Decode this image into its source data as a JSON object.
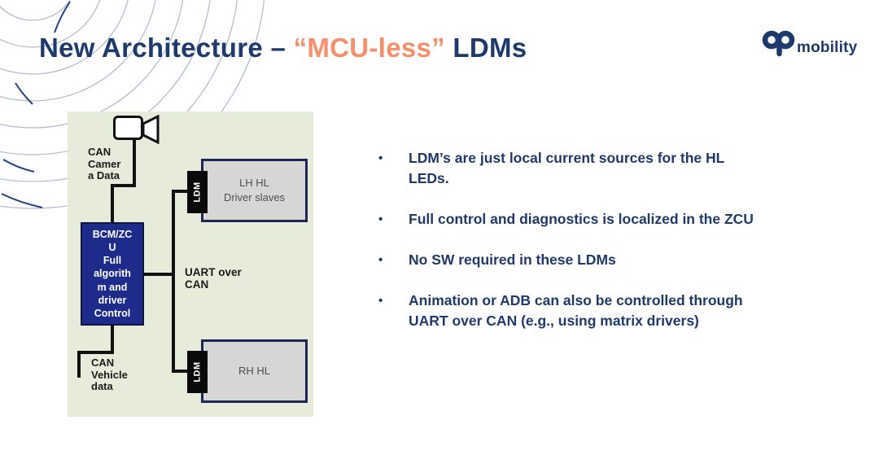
{
  "slide": {
    "title": {
      "prefix": "New Architecture – ",
      "highlight": "“MCU-less”",
      "suffix": " LDMs"
    },
    "logo": {
      "name": "mobility"
    },
    "bullet_char": "•",
    "bullets": [
      "LDM’s are just local current sources for the HL LEDs.",
      "Full control and diagnostics is localized in the ZCU",
      "No SW required in these LDMs",
      "Animation or ADB can also be controlled through UART over CAN (e.g., using matrix drivers)"
    ],
    "diagram": {
      "camera_can_label": "CAN\nCamer\na Data",
      "bcm_label": "BCM/ZC\nU\nFull\nalgorith\nm and\ndriver\nControl",
      "uart_label": "UART over\nCAN",
      "vehicle_can_label": "CAN\nVehicle\ndata",
      "ldm_left_label": "LDM",
      "ldm_right_label": "LDM",
      "lh_box_label": "LH HL\nDriver slaves",
      "rh_box_label": "RH HL"
    },
    "colors": {
      "title_navy": "#1E3A6C",
      "accent_orange": "#F4906B",
      "bcm_blue": "#1E2B8A",
      "panel_bg": "#E7ECDA",
      "box_grey": "#D6D7D4",
      "box_border_navy": "#1E2656",
      "wire_black": "#111111",
      "arc_light": "#A8B2CC",
      "arc_dark": "#24427F"
    }
  }
}
